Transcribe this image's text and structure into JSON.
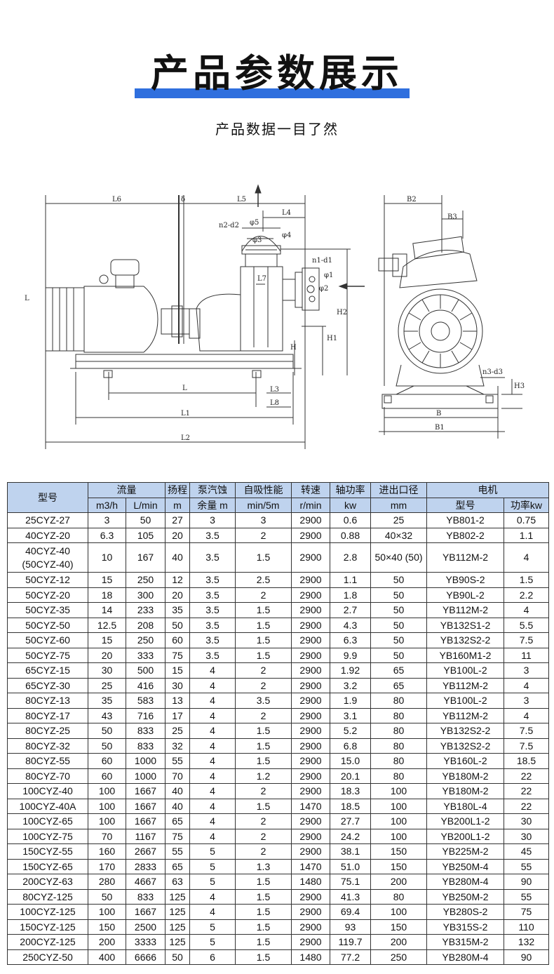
{
  "header": {
    "title": "产品参数展示",
    "subtitle": "产品数据一目了然"
  },
  "drawing_labels": {
    "L6": "L6",
    "delta": "δ",
    "L5": "L5",
    "L4": "L4",
    "n2d2": "n2-d2",
    "phi5": "φ5",
    "phi3": "φ3",
    "phi4": "φ4",
    "n1d1": "n1-d1",
    "phi1": "φ1",
    "phi2": "φ2",
    "L7": "L7",
    "H": "H",
    "H1": "H1",
    "H2": "H2",
    "L": "L",
    "L3": "L3",
    "L8": "L8",
    "L1": "L1",
    "L2": "L2",
    "left_L": "L",
    "B2": "B2",
    "B3": "B3",
    "n3d3": "n3-d3",
    "H3": "H3",
    "B": "B",
    "B1": "B1"
  },
  "table": {
    "headers": {
      "model": "型号",
      "flow": "流量",
      "flow_m3h": "m3/h",
      "flow_lmin": "L/min",
      "head": "扬程",
      "head_unit": "m",
      "npsh": "泵汽蚀",
      "npsh_unit": "余量 m",
      "self_priming": "自吸性能",
      "self_priming_unit": "min/5m",
      "speed": "转速",
      "speed_unit": "r/min",
      "shaft_power": "轴功率",
      "shaft_power_unit": "kw",
      "diameter": "进出口径",
      "diameter_unit": "mm",
      "motor": "电机",
      "motor_model": "型号",
      "motor_power": "功率kw"
    },
    "rows": [
      [
        "25CYZ-27",
        "3",
        "50",
        "27",
        "3",
        "3",
        "2900",
        "0.6",
        "25",
        "YB801-2",
        "0.75"
      ],
      [
        "40CYZ-20",
        "6.3",
        "105",
        "20",
        "3.5",
        "2",
        "2900",
        "0.88",
        "40×32",
        "YB802-2",
        "1.1"
      ],
      [
        "40CYZ-40 (50CYZ-40)",
        "10",
        "167",
        "40",
        "3.5",
        "1.5",
        "2900",
        "2.8",
        "50×40 (50)",
        "YB112M-2",
        "4"
      ],
      [
        "50CYZ-12",
        "15",
        "250",
        "12",
        "3.5",
        "2.5",
        "2900",
        "1.1",
        "50",
        "YB90S-2",
        "1.5"
      ],
      [
        "50CYZ-20",
        "18",
        "300",
        "20",
        "3.5",
        "2",
        "2900",
        "1.8",
        "50",
        "YB90L-2",
        "2.2"
      ],
      [
        "50CYZ-35",
        "14",
        "233",
        "35",
        "3.5",
        "1.5",
        "2900",
        "2.7",
        "50",
        "YB112M-2",
        "4"
      ],
      [
        "50CYZ-50",
        "12.5",
        "208",
        "50",
        "3.5",
        "1.5",
        "2900",
        "4.3",
        "50",
        "YB132S1-2",
        "5.5"
      ],
      [
        "50CYZ-60",
        "15",
        "250",
        "60",
        "3.5",
        "1.5",
        "2900",
        "6.3",
        "50",
        "YB132S2-2",
        "7.5"
      ],
      [
        "50CYZ-75",
        "20",
        "333",
        "75",
        "3.5",
        "1.5",
        "2900",
        "9.9",
        "50",
        "YB160M1-2",
        "11"
      ],
      [
        "65CYZ-15",
        "30",
        "500",
        "15",
        "4",
        "2",
        "2900",
        "1.92",
        "65",
        "YB100L-2",
        "3"
      ],
      [
        "65CYZ-30",
        "25",
        "416",
        "30",
        "4",
        "2",
        "2900",
        "3.2",
        "65",
        "YB112M-2",
        "4"
      ],
      [
        "80CYZ-13",
        "35",
        "583",
        "13",
        "4",
        "3.5",
        "2900",
        "1.9",
        "80",
        "YB100L-2",
        "3"
      ],
      [
        "80CYZ-17",
        "43",
        "716",
        "17",
        "4",
        "2",
        "2900",
        "3.1",
        "80",
        "YB112M-2",
        "4"
      ],
      [
        "80CYZ-25",
        "50",
        "833",
        "25",
        "4",
        "1.5",
        "2900",
        "5.2",
        "80",
        "YB132S2-2",
        "7.5"
      ],
      [
        "80CYZ-32",
        "50",
        "833",
        "32",
        "4",
        "1.5",
        "2900",
        "6.8",
        "80",
        "YB132S2-2",
        "7.5"
      ],
      [
        "80CYZ-55",
        "60",
        "1000",
        "55",
        "4",
        "1.5",
        "2900",
        "15.0",
        "80",
        "YB160L-2",
        "18.5"
      ],
      [
        "80CYZ-70",
        "60",
        "1000",
        "70",
        "4",
        "1.2",
        "2900",
        "20.1",
        "80",
        "YB180M-2",
        "22"
      ],
      [
        "100CYZ-40",
        "100",
        "1667",
        "40",
        "4",
        "2",
        "2900",
        "18.3",
        "100",
        "YB180M-2",
        "22"
      ],
      [
        "100CYZ-40A",
        "100",
        "1667",
        "40",
        "4",
        "1.5",
        "1470",
        "18.5",
        "100",
        "YB180L-4",
        "22"
      ],
      [
        "100CYZ-65",
        "100",
        "1667",
        "65",
        "4",
        "2",
        "2900",
        "27.7",
        "100",
        "YB200L1-2",
        "30"
      ],
      [
        "100CYZ-75",
        "70",
        "1167",
        "75",
        "4",
        "2",
        "2900",
        "24.2",
        "100",
        "YB200L1-2",
        "30"
      ],
      [
        "150CYZ-55",
        "160",
        "2667",
        "55",
        "5",
        "2",
        "2900",
        "38.1",
        "150",
        "YB225M-2",
        "45"
      ],
      [
        "150CYZ-65",
        "170",
        "2833",
        "65",
        "5",
        "1.3",
        "1470",
        "51.0",
        "150",
        "YB250M-4",
        "55"
      ],
      [
        "200CYZ-63",
        "280",
        "4667",
        "63",
        "5",
        "1.5",
        "1480",
        "75.1",
        "200",
        "YB280M-4",
        "90"
      ],
      [
        "80CYZ-125",
        "50",
        "833",
        "125",
        "4",
        "1.5",
        "2900",
        "41.3",
        "80",
        "YB250M-2",
        "55"
      ],
      [
        "100CYZ-125",
        "100",
        "1667",
        "125",
        "4",
        "1.5",
        "2900",
        "69.4",
        "100",
        "YB280S-2",
        "75"
      ],
      [
        "150CYZ-125",
        "150",
        "2500",
        "125",
        "5",
        "1.5",
        "2900",
        "93",
        "150",
        "YB315S-2",
        "110"
      ],
      [
        "200CYZ-125",
        "200",
        "3333",
        "125",
        "5",
        "1.5",
        "2900",
        "119.7",
        "200",
        "YB315M-2",
        "132"
      ],
      [
        "250CYZ-50",
        "400",
        "6666",
        "50",
        "6",
        "1.5",
        "1480",
        "77.2",
        "250",
        "YB280M-4",
        "90"
      ]
    ]
  }
}
